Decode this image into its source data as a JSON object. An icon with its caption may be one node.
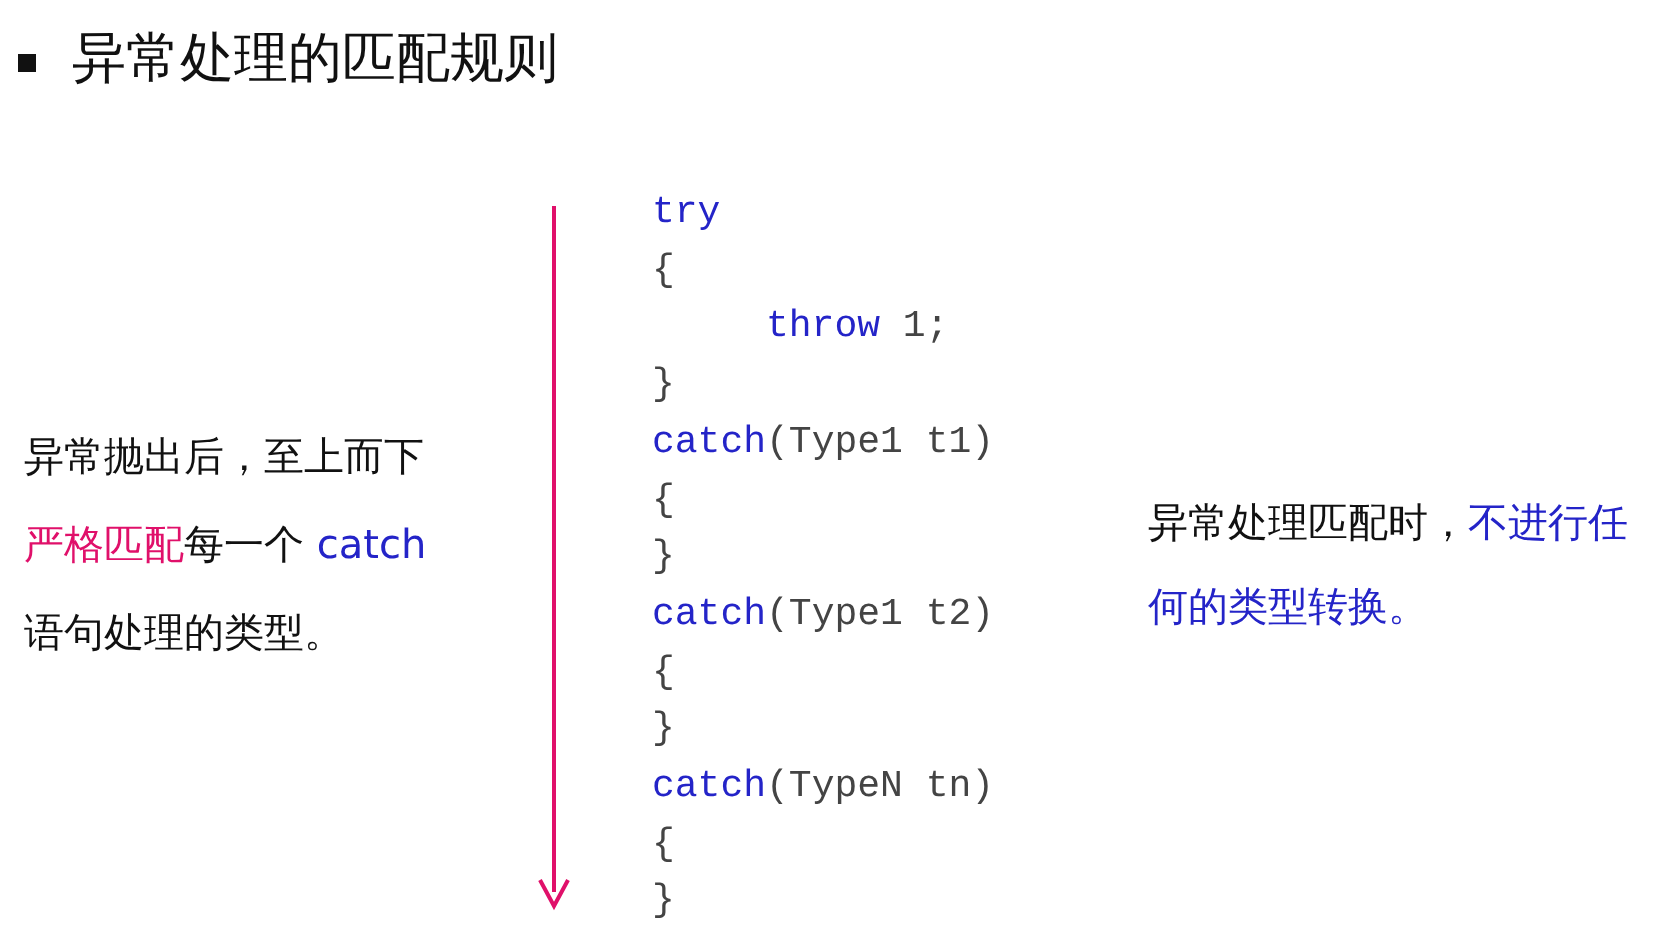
{
  "diagram": {
    "title": "异常处理的匹配规则",
    "labels": [
      "try",
      "{",
      "throw",
      "1;",
      "}",
      "catch",
      "(Type1 t1)",
      "{",
      "}",
      "catch",
      "(Type1 t2)",
      "{",
      "}",
      "catch",
      "(TypeN tn)",
      "{",
      "}",
      "异常抛出后，至上而下",
      "严格匹配",
      "每一个",
      "catch",
      "语句处理的类型。",
      "异常处理匹配时，",
      "不进行任何的类型转换。"
    ]
  }
}
